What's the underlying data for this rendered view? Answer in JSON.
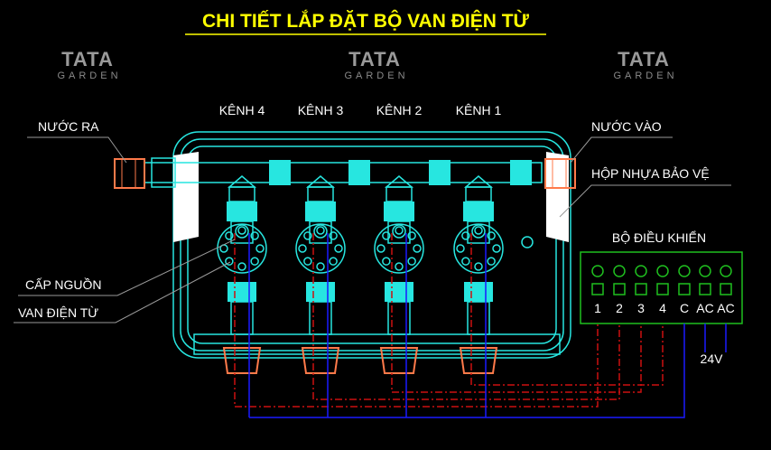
{
  "title": "CHI TIẾT LẮP ĐẶT BỘ VAN ĐIỆN TỪ",
  "watermark": {
    "brand": "TATA",
    "sub": "GARDEN"
  },
  "channels": [
    "KÊNH 4",
    "KÊNH 3",
    "KÊNH 2",
    "KÊNH 1"
  ],
  "labels": {
    "outlet": "NƯỚC RA",
    "inlet": "NƯỚC VÀO",
    "enclosure": "HỘP NHỰA BẢO VỆ",
    "power_cable": "CẤP NGUỒN",
    "solenoid_valve": "VAN ĐIỆN TỪ"
  },
  "controller": {
    "title": "BỘ ĐIỀU KHIỂN",
    "terminals": [
      "1",
      "2",
      "3",
      "4",
      "C",
      "AC",
      "AC"
    ],
    "voltage": "24V"
  },
  "colors": {
    "title": "#ffff00",
    "pipe": "#27e6e0",
    "fitting": "#ff7a4a",
    "controller": "#1fbf1f",
    "signal_wire": "#cc1010",
    "common_wire": "#1a1aff"
  }
}
